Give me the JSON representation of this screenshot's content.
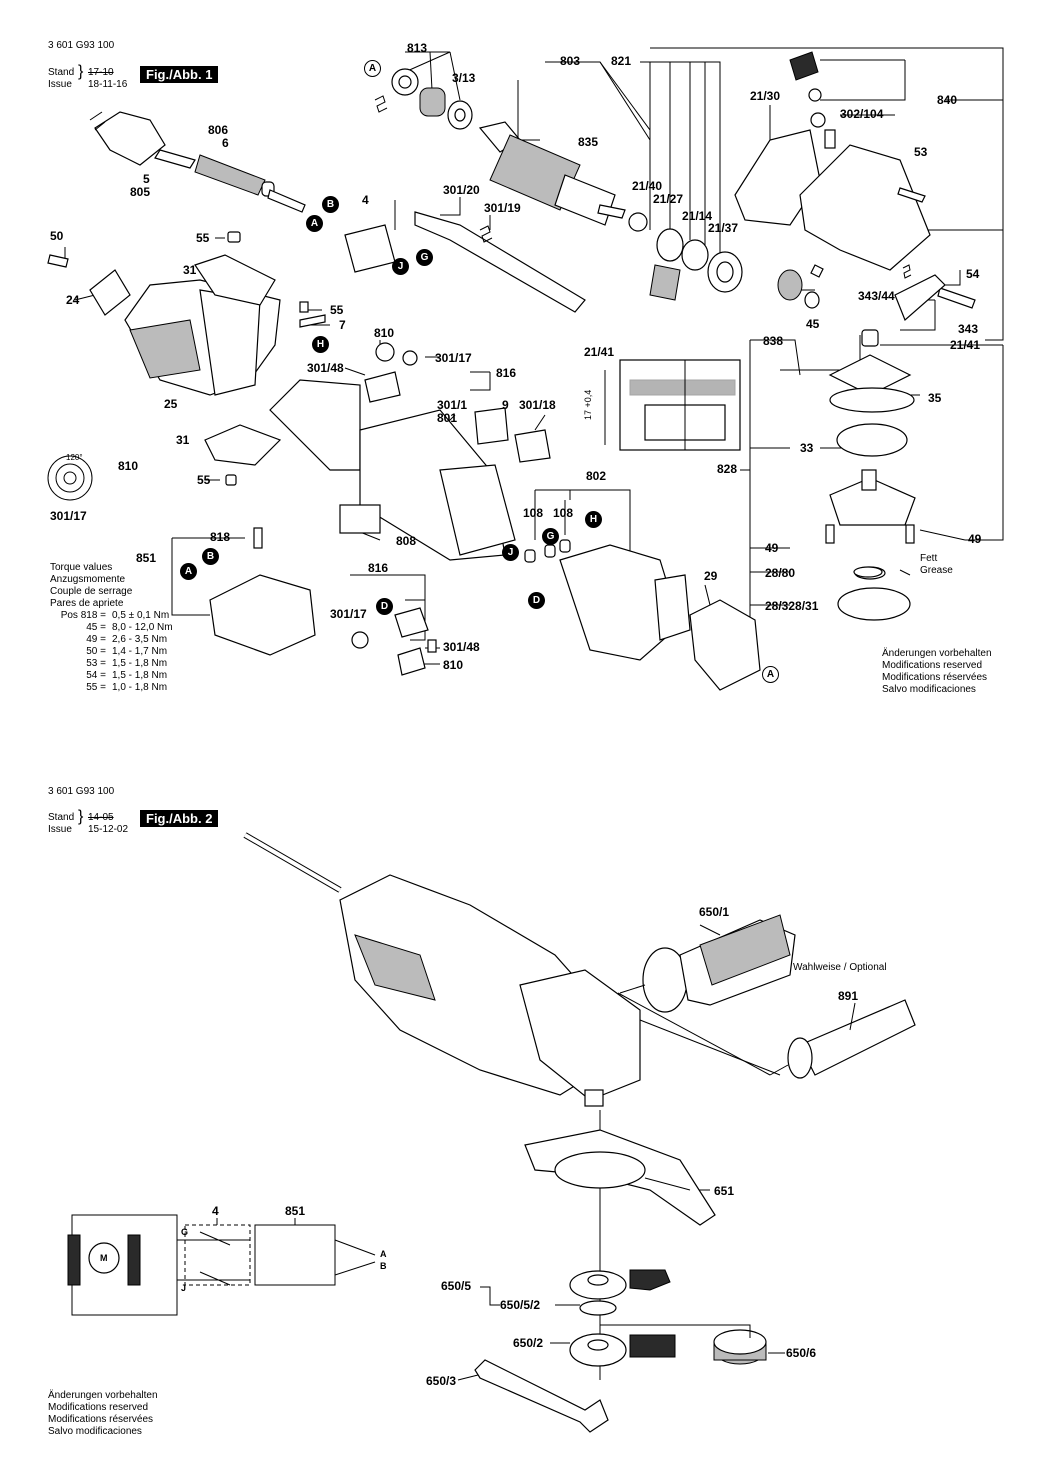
{
  "fig1": {
    "doc_number": "3 601 G93 100",
    "stand_label": "Stand",
    "issue_label": "Issue",
    "stand_old": "17-10",
    "issue_date": "18-11-16",
    "fig_label": "Fig./Abb. 1"
  },
  "fig2": {
    "doc_number": "3 601 G93 100",
    "stand_label": "Stand",
    "issue_label": "Issue",
    "stand_old": "14-05",
    "issue_date": "15-12-02",
    "fig_label": "Fig./Abb. 2"
  },
  "torque": {
    "title_lines": [
      "Torque values",
      "Anzugsmomente",
      "Couple de serrage",
      "Pares de apriete"
    ],
    "rows": [
      {
        "pos": "Pos 818 =",
        "value": "0,5 ± 0,1 Nm"
      },
      {
        "pos": "45 =",
        "value": "8,0 - 12,0 Nm"
      },
      {
        "pos": "49 =",
        "value": "2,6 - 3,5 Nm"
      },
      {
        "pos": "50 =",
        "value": "1,4 - 1,7 Nm"
      },
      {
        "pos": "53 =",
        "value": "1,5 - 1,8 Nm"
      },
      {
        "pos": "54 =",
        "value": "1,5 - 1,8 Nm"
      },
      {
        "pos": "55 =",
        "value": "1,0 - 1,8 Nm"
      }
    ]
  },
  "modifications": [
    "Änderungen vorbehalten",
    "Modifications reserved",
    "Modifications réservées",
    "Salvo modificaciones"
  ],
  "fig1_labels": [
    {
      "t": "813"
    },
    {
      "t": "803"
    },
    {
      "t": "821"
    },
    {
      "t": "3/13"
    },
    {
      "t": "21/30"
    },
    {
      "t": "840"
    },
    {
      "t": "302/104"
    },
    {
      "t": "806"
    },
    {
      "t": "6"
    },
    {
      "t": "835"
    },
    {
      "t": "53"
    },
    {
      "t": "5"
    },
    {
      "t": "805"
    },
    {
      "t": "301/20"
    },
    {
      "t": "21/40"
    },
    {
      "t": "21/27"
    },
    {
      "t": "4"
    },
    {
      "t": "301/19"
    },
    {
      "t": "21/14"
    },
    {
      "t": "21/37"
    },
    {
      "t": "50"
    },
    {
      "t": "55"
    },
    {
      "t": "31"
    },
    {
      "t": "54"
    },
    {
      "t": "343/44"
    },
    {
      "t": "24"
    },
    {
      "t": "55"
    },
    {
      "t": "7"
    },
    {
      "t": "45"
    },
    {
      "t": "343"
    },
    {
      "t": "810"
    },
    {
      "t": "838"
    },
    {
      "t": "21/41"
    },
    {
      "t": "21/41"
    },
    {
      "t": "301/17"
    },
    {
      "t": "301/48"
    },
    {
      "t": "816"
    },
    {
      "t": "35"
    },
    {
      "t": "25"
    },
    {
      "t": "301/1"
    },
    {
      "t": "801"
    },
    {
      "t": "9"
    },
    {
      "t": "301/18"
    },
    {
      "t": "33"
    },
    {
      "t": "31"
    },
    {
      "t": "810"
    },
    {
      "t": "828"
    },
    {
      "t": "802"
    },
    {
      "t": "55"
    },
    {
      "t": "301/17"
    },
    {
      "t": "108"
    },
    {
      "t": "108"
    },
    {
      "t": "818"
    },
    {
      "t": "808"
    },
    {
      "t": "49"
    },
    {
      "t": "49"
    },
    {
      "t": "851"
    },
    {
      "t": "816"
    },
    {
      "t": "29"
    },
    {
      "t": "28/80"
    },
    {
      "t": "301/17"
    },
    {
      "t": "28/328/31"
    },
    {
      "t": "301/48"
    },
    {
      "t": "810"
    }
  ],
  "fig1_small": {
    "angle": "120°",
    "fett": "Fett",
    "grease": "Grease",
    "dim": "17 +0,4"
  },
  "fig2_labels": [
    {
      "t": "650/1"
    },
    {
      "t": "891"
    },
    {
      "t": "651"
    },
    {
      "t": "4"
    },
    {
      "t": "851"
    },
    {
      "t": "650/5"
    },
    {
      "t": "650/5/2"
    },
    {
      "t": "650/2"
    },
    {
      "t": "650/6"
    },
    {
      "t": "650/3"
    }
  ],
  "fig2_optional": "Wahlweise / Optional",
  "schematic": {
    "motor": "M",
    "g": "G",
    "j": "J",
    "a": "A",
    "b": "B"
  },
  "callouts": [
    "A",
    "B",
    "A",
    "G",
    "J",
    "H",
    "G",
    "H",
    "J",
    "D",
    "D",
    "A",
    "B",
    "A"
  ]
}
